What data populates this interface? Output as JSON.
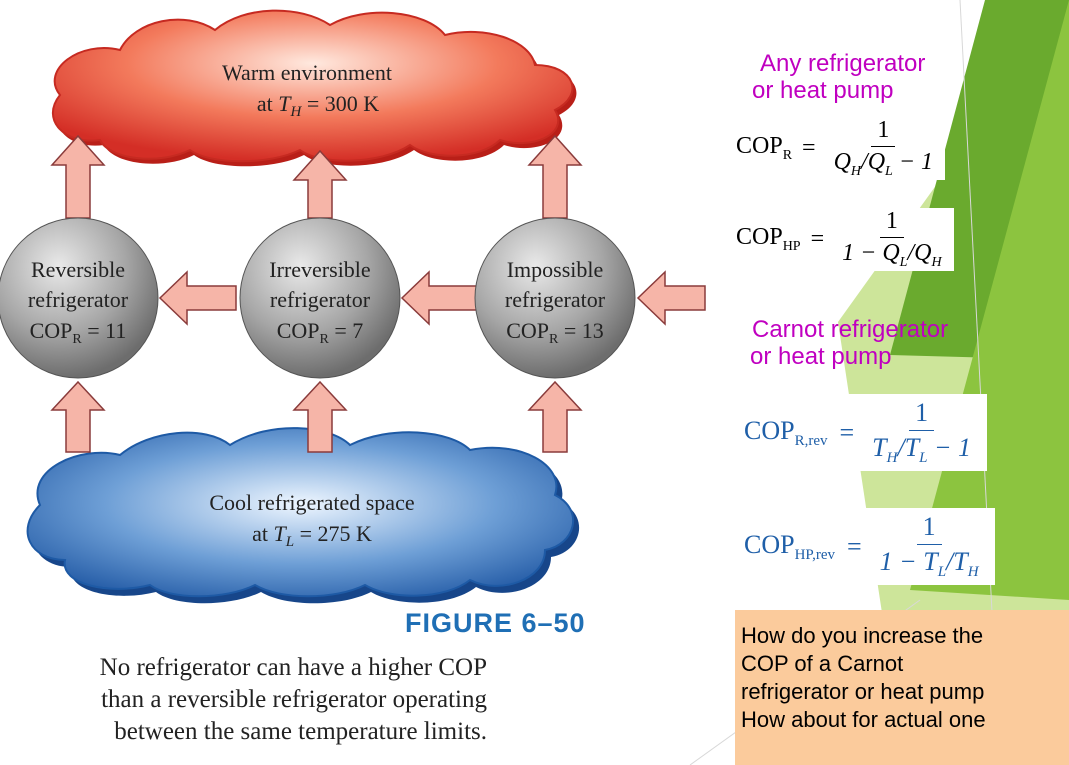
{
  "diagram": {
    "top_cloud": {
      "line1": "Warm environment",
      "line2_prefix": "at ",
      "line2_var": "T",
      "line2_sub": "H",
      "line2_suffix": " = 300 K"
    },
    "bottom_cloud": {
      "line1": "Cool refrigerated space",
      "line2_prefix": "at ",
      "line2_var": "T",
      "line2_sub": "L",
      "line2_suffix": " = 275 K"
    },
    "spheres": [
      {
        "line1": "Reversible",
        "line2": "refrigerator",
        "cop": "COP",
        "sub": "R",
        "value": " = 11"
      },
      {
        "line1": "Irreversible",
        "line2": "refrigerator",
        "cop": "COP",
        "sub": "R",
        "value": " = 7"
      },
      {
        "line1": "Impossible",
        "line2": "refrigerator",
        "cop": "COP",
        "sub": "R",
        "value": " = 13"
      }
    ]
  },
  "figure": {
    "label": "FIGURE 6–50",
    "caption_lines": [
      "No refrigerator can have a higher COP",
      "than a reversible refrigerator operating",
      "between the same temperature limits."
    ]
  },
  "right_panel": {
    "any_heading": [
      "Any refrigerator",
      "or heat pump"
    ],
    "eq_cop_r": {
      "lhs": "COP",
      "sub": "R",
      "num": "1",
      "den": "Q_H/Q_L − 1"
    },
    "eq_cop_hp": {
      "lhs": "COP",
      "sub": "HP",
      "num": "1",
      "den": "1 − Q_L/Q_H"
    },
    "carnot_heading": [
      "Carnot refrigerator",
      "or heat pump"
    ],
    "eq_cop_r_rev": {
      "lhs": "COP",
      "sub": "R,rev",
      "num": "1",
      "den": "T_H/T_L − 1"
    },
    "eq_cop_hp_rev": {
      "lhs": "COP",
      "sub": "HP,rev",
      "num": "1",
      "den": "1 − T_L/T_H"
    },
    "question_lines": [
      "How do you increase the",
      "COP of a Carnot",
      "refrigerator or heat pump",
      "How about for actual one"
    ]
  },
  "colors": {
    "warm_cloud": "#e8493a",
    "cool_cloud": "#2f6db3",
    "arrow_fill": "#f6b5a8",
    "arrow_stroke": "#8a3b3b",
    "sphere": "#9a9a9a",
    "accent_green": "#6aaa2e",
    "light_green": "#cde59a",
    "callout": "#fbcb9c",
    "heading_magenta": "#c000c0",
    "eq_blue": "#1f5fa8"
  }
}
